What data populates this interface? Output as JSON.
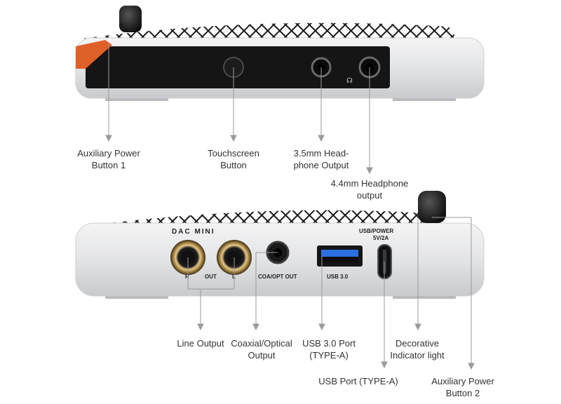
{
  "colors": {
    "body_silver": "#e7e8ea",
    "panel_black": "#161616",
    "leader_line": "#9a9a9a",
    "gold_ring": "#c9a86a",
    "accent_orange": "#e0602a",
    "usb_blue": "#2b6fe0",
    "text": "#333333"
  },
  "device": {
    "logo": "DAC MINI",
    "silk_r": "R",
    "silk_out": "OUT",
    "silk_l": "L",
    "silk_coax": "COA/OPT OUT",
    "silk_usb3": "USB 3.0",
    "silk_usbpower": "USB/POWER",
    "silk_power_rating": "5V/2A"
  },
  "labels": {
    "aux_power_1": [
      "Auxiliary Power",
      "Button 1"
    ],
    "touchscreen": [
      "Touchscreen",
      "Button"
    ],
    "hp35": [
      "3.5mm Head-",
      "phone Output"
    ],
    "hp44": [
      "4.4mm Headphone",
      "output"
    ],
    "line_output": [
      "Line Output"
    ],
    "coax_optical": [
      "Coaxial/Optical",
      "Output"
    ],
    "usb3_port": [
      "USB 3.0 Port",
      "(TYPE-A)"
    ],
    "decorative_light": [
      "Decorative",
      "Indicator light"
    ],
    "usb_port_typec": [
      "USB Port (TYPE-A)"
    ],
    "aux_power_2": [
      "Auxiliary Power",
      "Button 2"
    ]
  }
}
